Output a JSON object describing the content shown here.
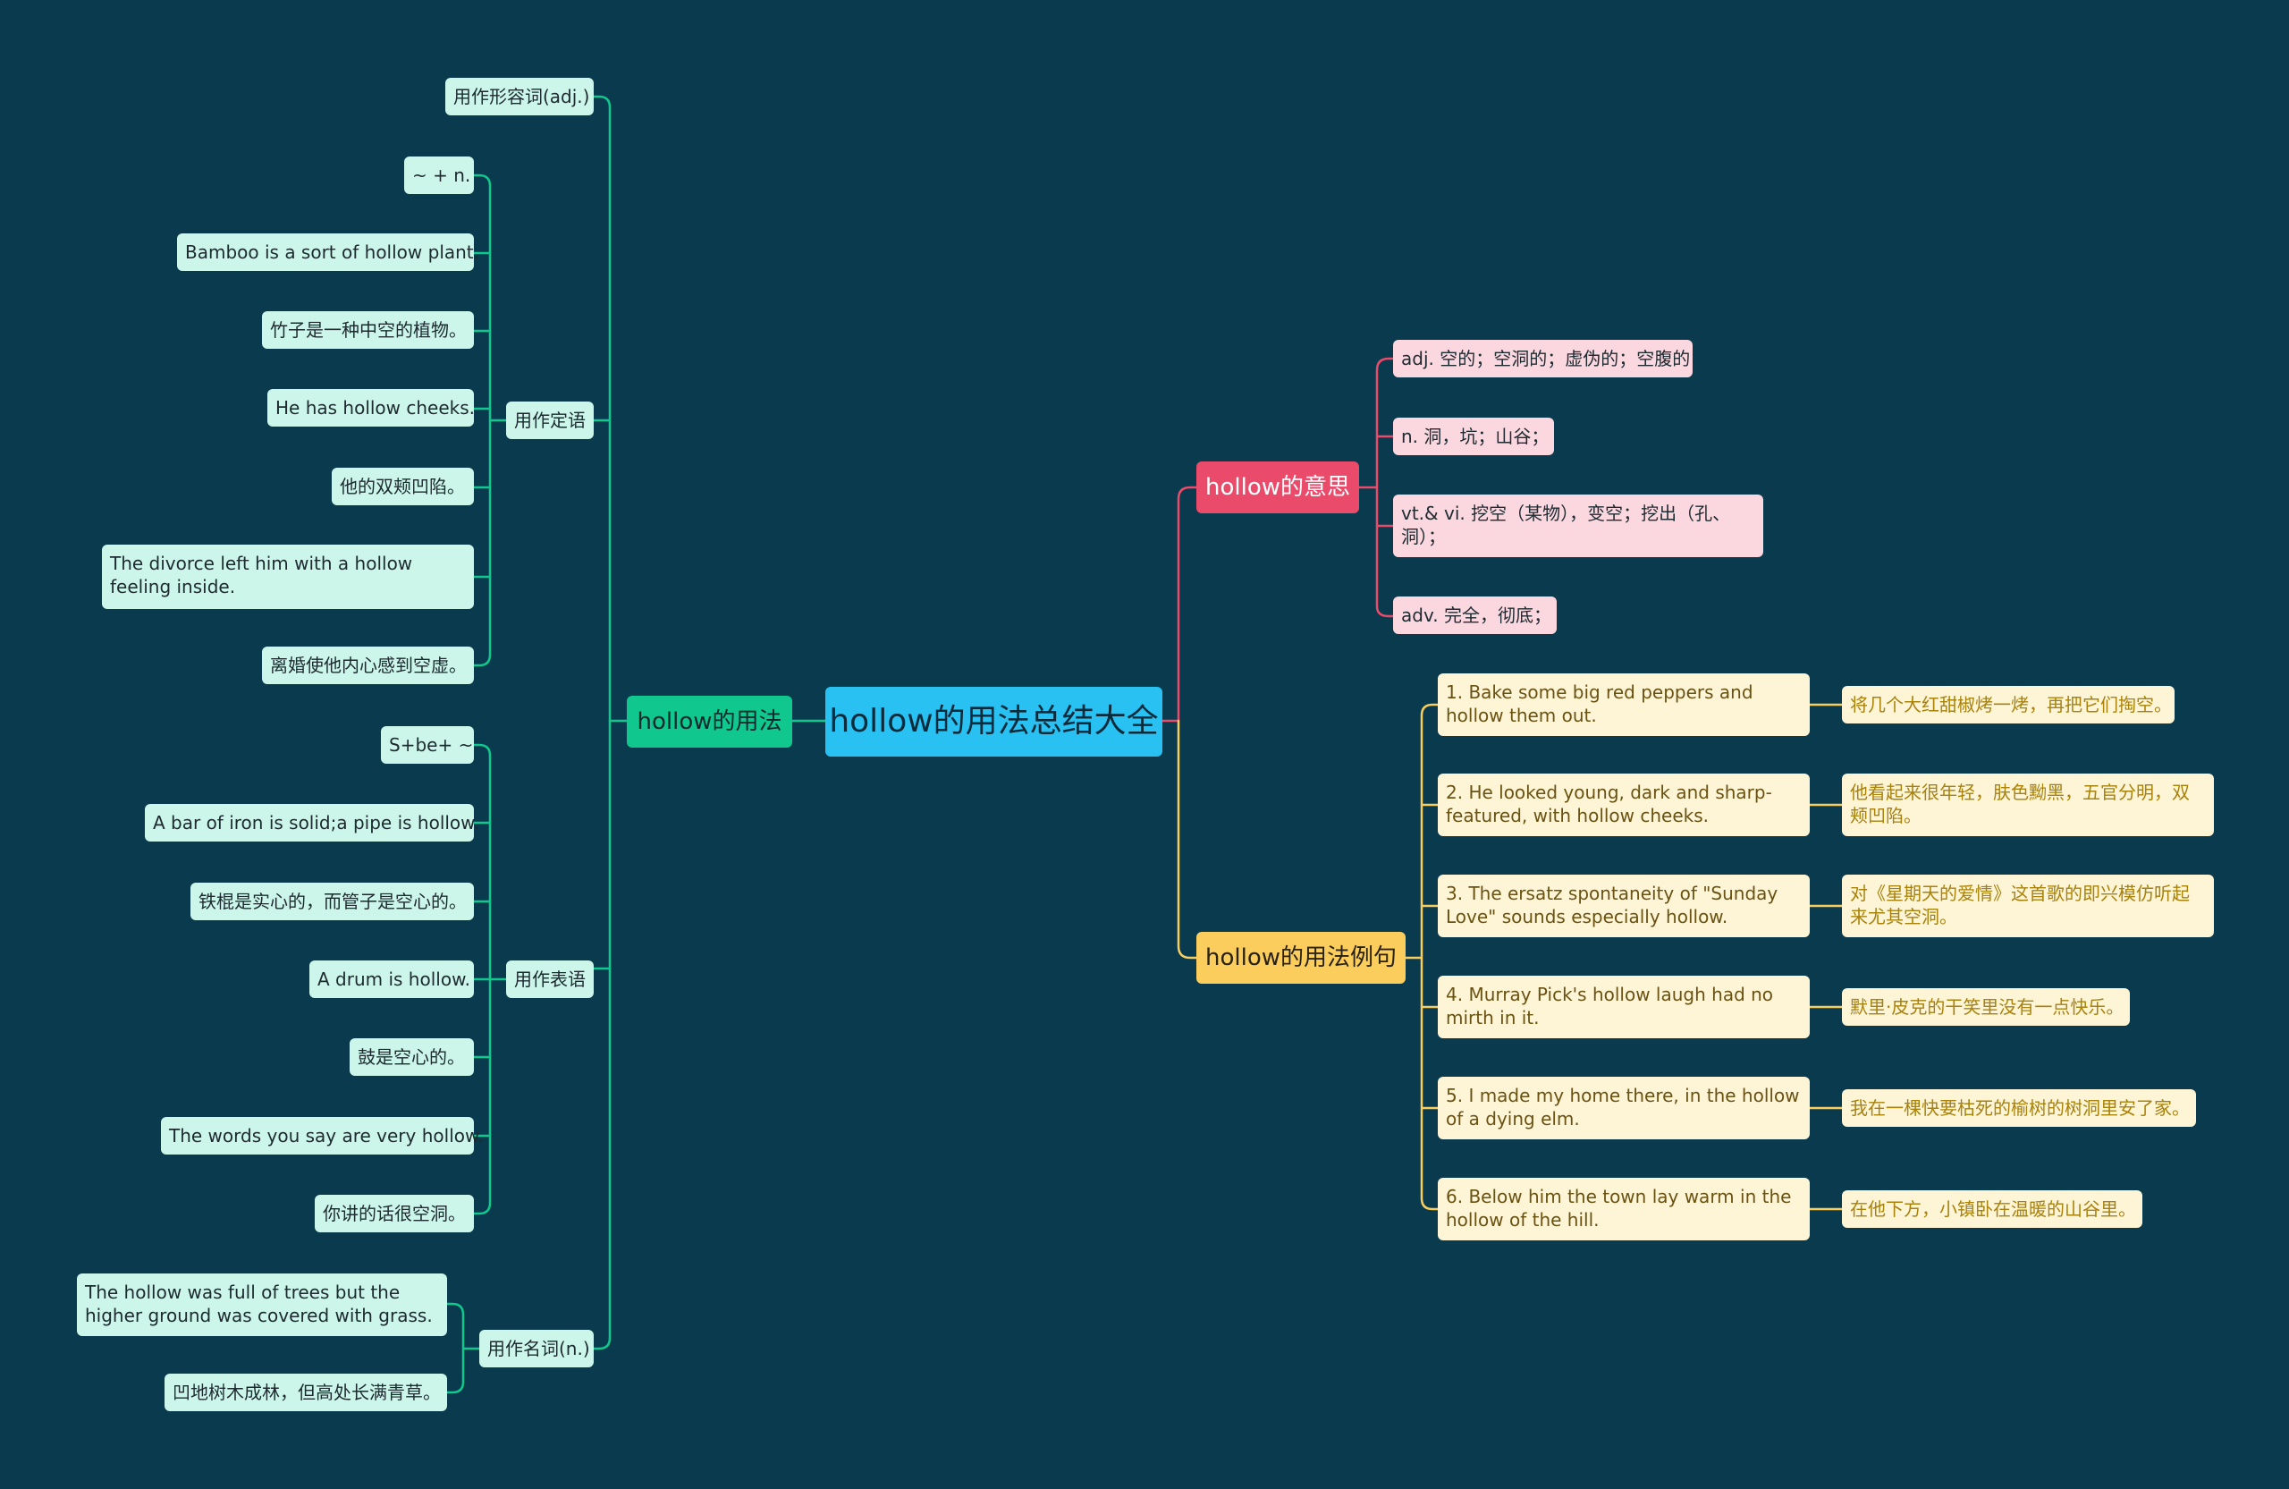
{
  "root": "hollow的用法总结大全",
  "colors": {
    "background": "#093a4d",
    "root": "#29c0f2",
    "usage_branch": "#10c88d",
    "meaning_branch": "#ea4b6b",
    "examples_branch": "#fbcd5c",
    "usage_leaf": "#ccf6ea",
    "meaning_leaf": "#fbd7e0",
    "example_leaf": "#fef4d6"
  },
  "usage": {
    "title": "hollow的用法",
    "adj": "用作形容词(adj.)",
    "attributive": {
      "title": "用作定语",
      "items": [
        "~ + n.",
        "Bamboo is a sort of hollow plant.",
        "竹子是一种中空的植物。",
        "He has hollow cheeks.",
        "他的双颊凹陷。",
        "The divorce left him with a hollow feeling inside.",
        "离婚使他内心感到空虚。"
      ]
    },
    "predicative": {
      "title": "用作表语",
      "items": [
        "S+be+ ~",
        "A bar of iron is solid;a pipe is hollow.",
        "铁棍是实心的，而管子是空心的。",
        "A drum is hollow.",
        "鼓是空心的。",
        "The words you say are very hollow.",
        "你讲的话很空洞。"
      ]
    },
    "noun": {
      "title": "用作名词(n.)",
      "items": [
        "The hollow was full of trees but the higher ground was covered with grass.",
        "凹地树木成林，但高处长满青草。"
      ]
    }
  },
  "meaning": {
    "title": "hollow的意思",
    "items": [
      "adj. 空的；空洞的；虚伪的；空腹的",
      "n. 洞，坑；山谷；",
      "vt.& vi. 挖空（某物），变空；挖出（孔、洞）；",
      "adv. 完全，彻底；"
    ]
  },
  "examples": {
    "title": "hollow的用法例句",
    "items": [
      {
        "en": "1. Bake some big red peppers and hollow them out.",
        "cn": "将几个大红甜椒烤一烤，再把它们掏空。"
      },
      {
        "en": "2. He looked young, dark and sharp-featured, with hollow cheeks.",
        "cn": "他看起来很年轻，肤色黝黑，五官分明，双颊凹陷。"
      },
      {
        "en": "3. The ersatz spontaneity of \"Sunday Love\" sounds especially hollow.",
        "cn": "对《星期天的爱情》这首歌的即兴模仿听起来尤其空洞。"
      },
      {
        "en": "4. Murray Pick's hollow laugh had no mirth in it.",
        "cn": "默里·皮克的干笑里没有一点快乐。"
      },
      {
        "en": "5. I made my home there, in the hollow of a dying elm.",
        "cn": "我在一棵快要枯死的榆树的树洞里安了家。"
      },
      {
        "en": "6. Below him the town lay warm in the hollow of the hill.",
        "cn": "在他下方，小镇卧在温暖的山谷里。"
      }
    ]
  }
}
